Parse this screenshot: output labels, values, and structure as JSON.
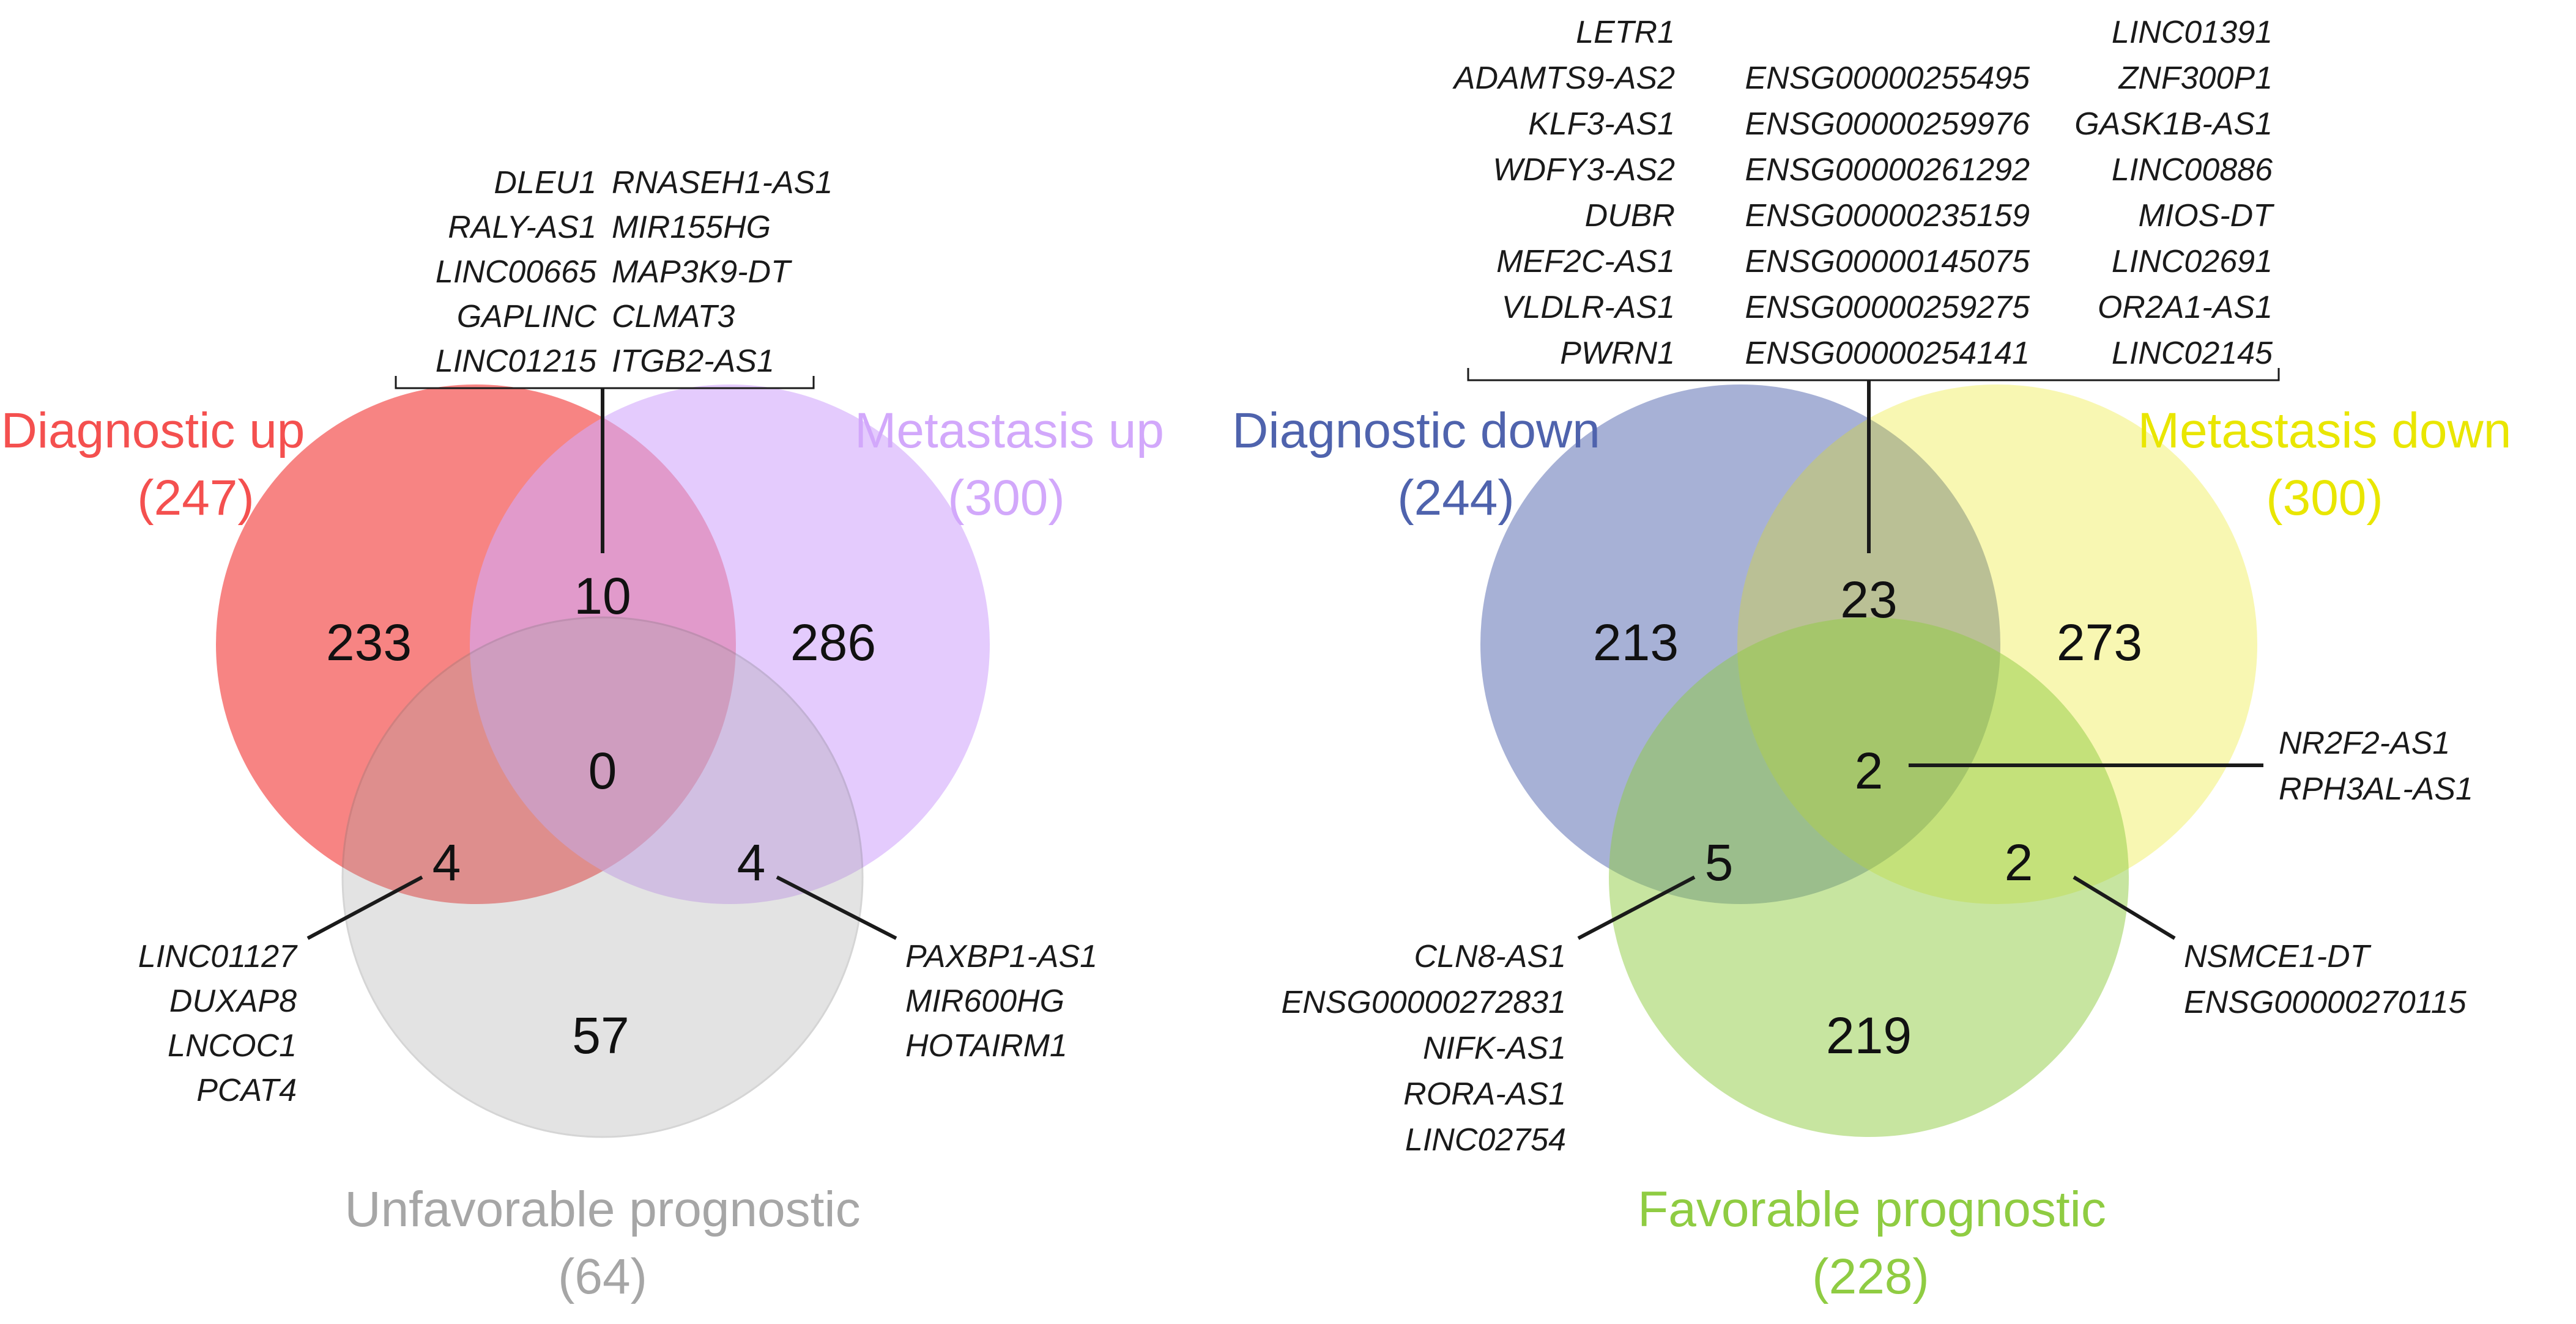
{
  "left_venn": {
    "sets": [
      {
        "key": "A",
        "name": "Diagnostic up",
        "count": "(247)",
        "color": "#f4504f"
      },
      {
        "key": "B",
        "name": "Metastasis up",
        "count": "(300)",
        "color": "#d2a8fb"
      },
      {
        "key": "C",
        "name": "Unfavorable prognostic",
        "count": "(64)",
        "color": "#a6a6a6"
      }
    ],
    "regions": {
      "A_only": "233",
      "B_only": "286",
      "C_only": "57",
      "AB": "10",
      "AC": "4",
      "BC": "4",
      "ABC": "0"
    },
    "genes": {
      "AB_col1": [
        "DLEU1",
        "RALY-AS1",
        "LINC00665",
        "GAPLINC",
        "LINC01215"
      ],
      "AB_col2": [
        "RNASEH1-AS1",
        "MIR155HG",
        "MAP3K9-DT",
        "CLMAT3",
        "ITGB2-AS1"
      ],
      "AC": [
        "LINC01127",
        "DUXAP8",
        "LNCOC1",
        "PCAT4"
      ],
      "BC": [
        "PAXBP1-AS1",
        "MIR600HG",
        "HOTAIRM1"
      ]
    }
  },
  "right_venn": {
    "sets": [
      {
        "key": "A",
        "name": "Diagnostic down",
        "count": "(244)",
        "color": "#4f63ad"
      },
      {
        "key": "B",
        "name": "Metastasis down",
        "count": "(300)",
        "color": "#e9e600"
      },
      {
        "key": "C",
        "name": "Favorable prognostic",
        "count": "(228)",
        "color": "#8fcc42"
      }
    ],
    "regions": {
      "A_only": "213",
      "B_only": "273",
      "C_only": "219",
      "AB": "23",
      "AC": "5",
      "BC": "2",
      "ABC": "2"
    },
    "genes": {
      "AB_col1": [
        "LETR1",
        "ADAMTS9-AS2",
        "KLF3-AS1",
        "WDFY3-AS2",
        "DUBR",
        "MEF2C-AS1",
        "VLDLR-AS1",
        "PWRN1"
      ],
      "AB_col2": [
        "ENSG00000255495",
        "ENSG00000259976",
        "ENSG00000261292",
        "ENSG00000235159",
        "ENSG00000145075",
        "ENSG00000259275",
        "ENSG00000254141"
      ],
      "AB_col3": [
        "LINC01391",
        "ZNF300P1",
        "GASK1B-AS1",
        "LINC00886",
        "MIOS-DT",
        "LINC02691",
        "OR2A1-AS1",
        "LINC02145"
      ],
      "ABC": [
        "NR2F2-AS1",
        "RPH3AL-AS1"
      ],
      "AC": [
        "CLN8-AS1",
        "ENSG00000272831",
        "NIFK-AS1",
        "RORA-AS1",
        "LINC02754"
      ],
      "BC": [
        "NSMCE1-DT",
        "ENSG00000270115"
      ]
    }
  }
}
